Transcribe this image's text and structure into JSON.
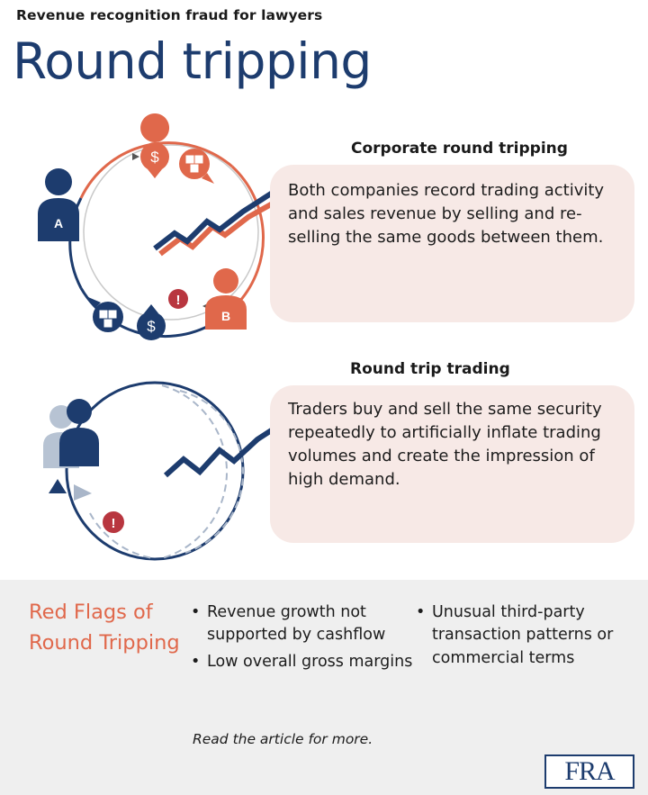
{
  "header": {
    "supertitle": "Revenue recognition fraud for lawyers",
    "title": "Round tripping"
  },
  "corporate": {
    "heading": "Corporate round tripping",
    "description": "Both companies record trading activity and sales revenue by selling and re-selling the same goods between them.",
    "party_a": "A",
    "party_b": "B"
  },
  "trading": {
    "heading": "Round trip trading",
    "description": "Traders buy and sell the same security repeatedly to artificially inflate trading volumes and create the impression of high demand."
  },
  "red_flags": {
    "heading": "Red Flags of Round Tripping",
    "column1": [
      "Revenue growth not supported by cashflow",
      "Low overall gross margins"
    ],
    "column2": [
      "Unusual third-party transaction patterns or commercial terms"
    ],
    "footnote": "Read the article for more."
  },
  "logo": {
    "text": "FRA"
  },
  "colors": {
    "navy": "#1d3c6e",
    "coral": "#e0684b",
    "alert_red": "#b8363f",
    "box_pink": "#f7e9e6",
    "panel_grey": "#efefef"
  }
}
